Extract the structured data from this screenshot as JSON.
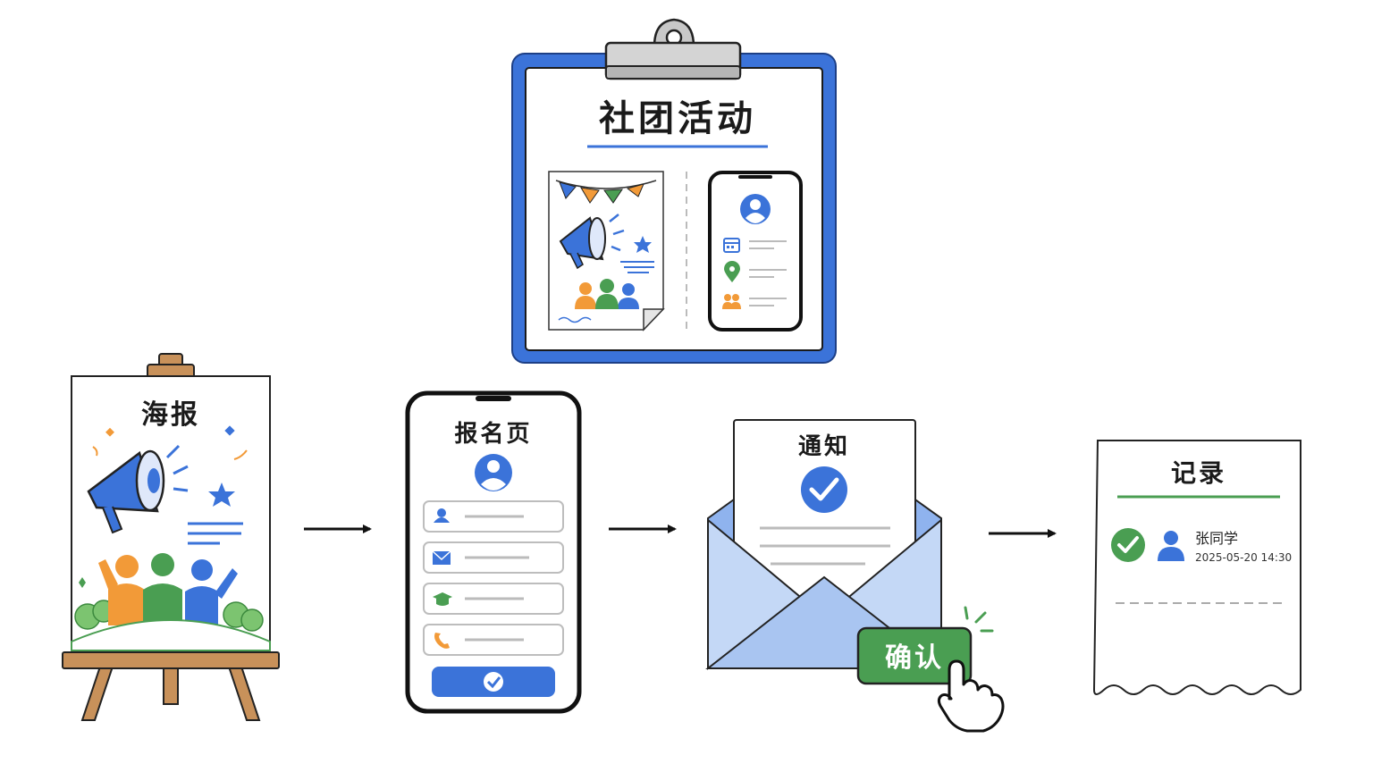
{
  "clipboard": {
    "title": "社团活动"
  },
  "poster": {
    "title": "海报"
  },
  "signup": {
    "title": "报名页"
  },
  "notice": {
    "title": "通知",
    "confirm_label": "确认"
  },
  "record": {
    "title": "记录",
    "name": "张同学",
    "timestamp": "2025-05-20 14:30"
  },
  "colors": {
    "blue": "#3b73d9",
    "green": "#4a9e52",
    "orange": "#f29a38",
    "wood": "#c8915a"
  },
  "icons": [
    "megaphone-icon",
    "star-icon",
    "people-icon",
    "user-icon",
    "mail-icon",
    "graduation-cap-icon",
    "phone-icon",
    "check-icon",
    "calendar-icon",
    "location-pin-icon",
    "pointer-hand-icon"
  ]
}
